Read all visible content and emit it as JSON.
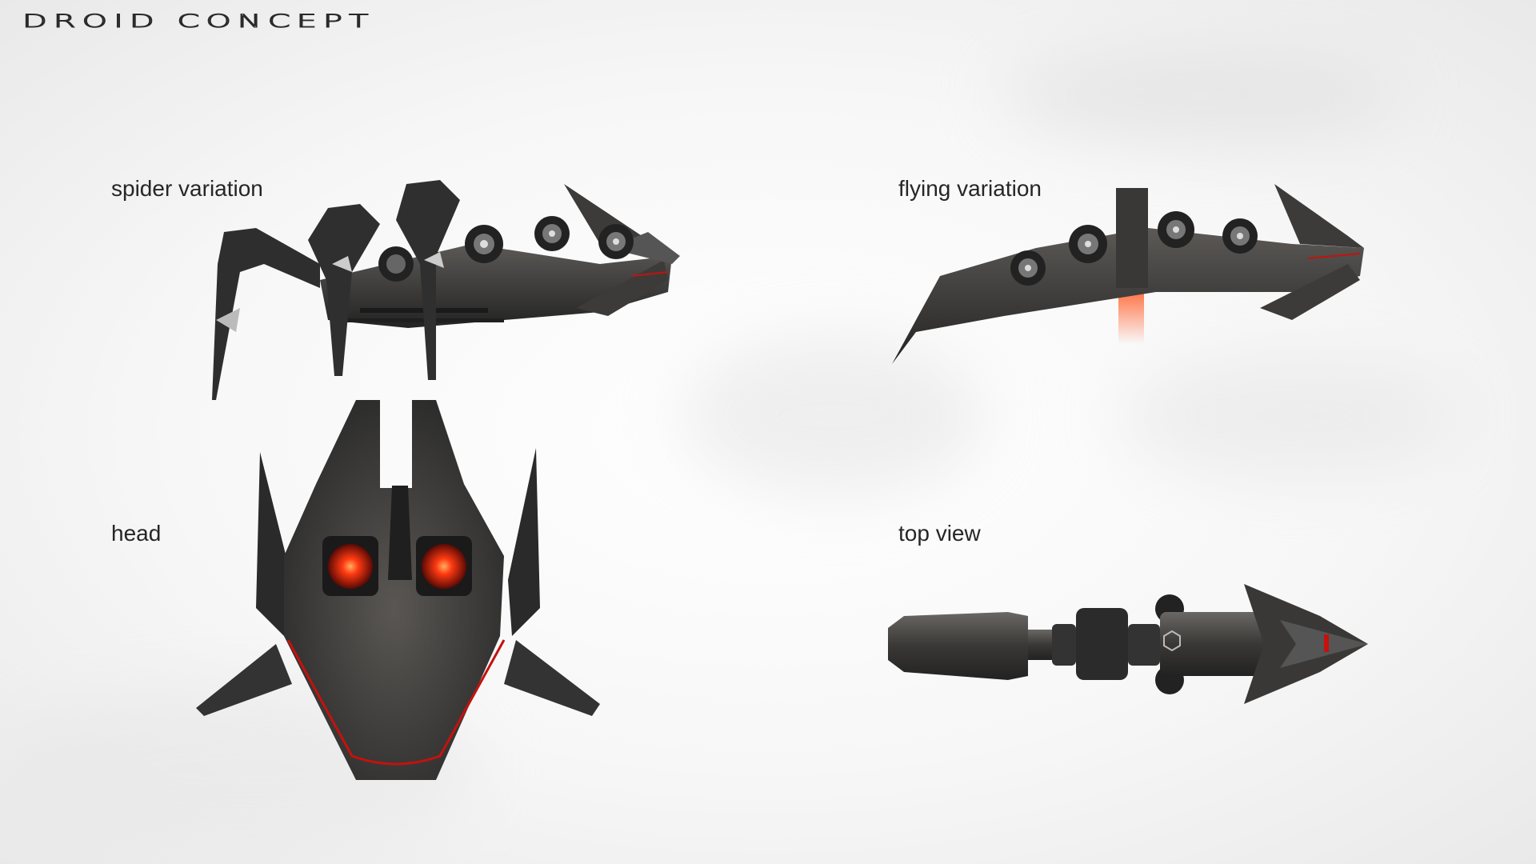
{
  "title": "DROID CONCEPT",
  "captions": {
    "spider": "spider variation",
    "flying": "flying variation",
    "head": "head",
    "top": "top view"
  },
  "colors": {
    "body_dark": "#2b2b2b",
    "body_mid": "#4a4846",
    "eye_glow": "#ff3a12",
    "trim_red": "#c4120e",
    "thruster": "#ff6a3a"
  }
}
